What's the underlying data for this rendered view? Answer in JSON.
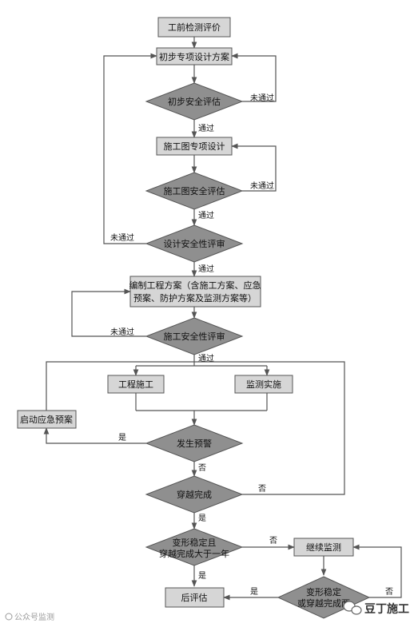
{
  "nodes": {
    "start": "工前检测评价",
    "prelim_design": "初步专项设计方案",
    "prelim_eval": "初步安全评估",
    "construction_design": "施工图专项设计",
    "construction_eval": "施工图安全评估",
    "design_review": "设计安全性评审",
    "plan_line1": "编制工程方案（含施工方案、应急",
    "plan_line2": "预案、防护方案及监测方案等）",
    "construction_review": "施工安全性评审",
    "engineering": "工程施工",
    "monitoring": "监测实施",
    "emergency": "启动应急预案",
    "warning": "发生预警",
    "crossing_done": "穿越完成",
    "deform_line1": "变形稳定且",
    "deform_line2": "穿越完成大于一年",
    "post_eval": "后评估",
    "continue_monitor": "继续监测",
    "deform2_line1": "变形稳定",
    "deform2_line2": "或穿越完成两"
  },
  "labels": {
    "pass": "通过",
    "fail": "未通过",
    "yes": "是",
    "no": "否"
  },
  "watermark": {
    "left": "公众号监测",
    "brand": "豆丁施工"
  }
}
